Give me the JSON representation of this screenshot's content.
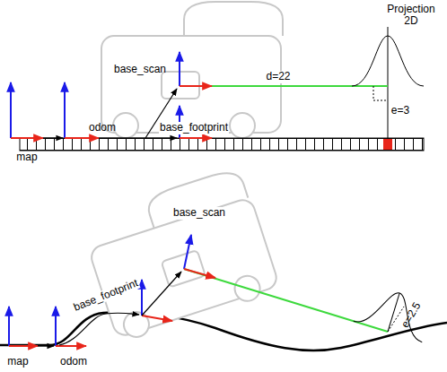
{
  "diagram": {
    "labels": [
      "Projection 2D",
      "base_scan",
      "d=22",
      "e=3",
      "odom",
      "base_footprint",
      "map",
      "base_scan",
      "base_footprint",
      "e=2.5",
      "map",
      "odom"
    ]
  }
}
